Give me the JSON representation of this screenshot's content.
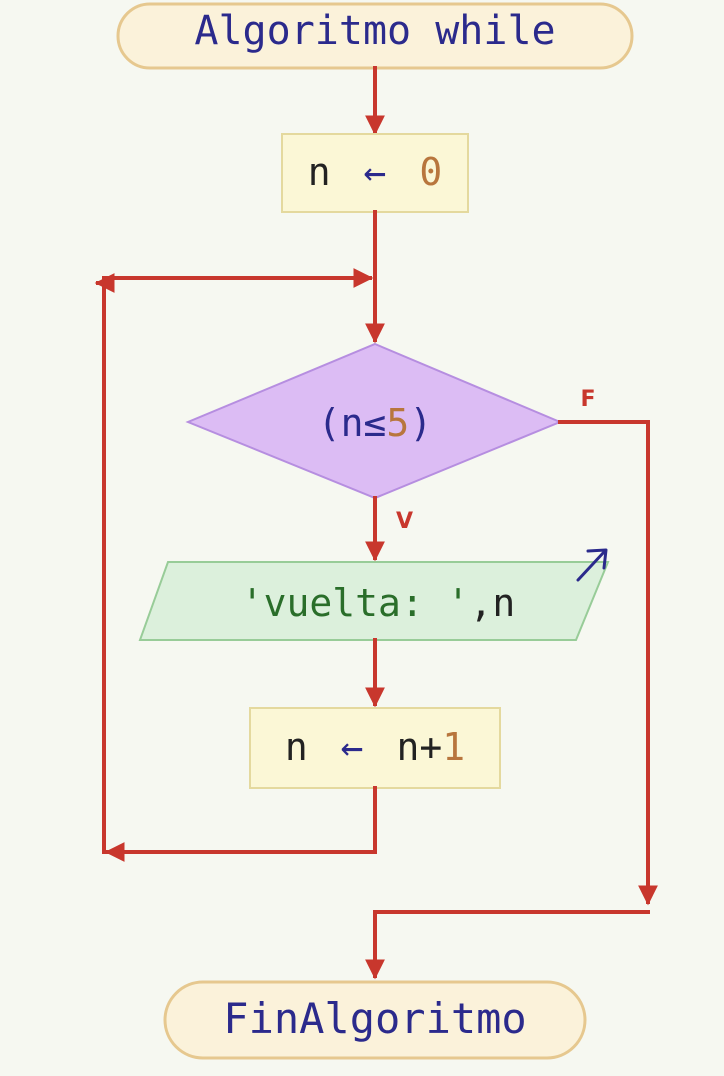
{
  "flowchart": {
    "start": {
      "label": "Algoritmo while"
    },
    "assign_init": {
      "var": "n",
      "op": "←",
      "value": "0"
    },
    "condition": {
      "open": "(n≤",
      "value": "5",
      "close": ")"
    },
    "false_label": "F",
    "true_label": "V",
    "output": {
      "text": "'vuelta: '",
      "sep": ",",
      "var": "n"
    },
    "assign_inc": {
      "var": "n",
      "op": "←",
      "expr": "n+",
      "value": "1"
    },
    "end": {
      "label": "FinAlgoritmo"
    }
  },
  "colors": {
    "arrow": "#c8372d",
    "keyword_text": "#2b2a8c",
    "number_text": "#b8763d",
    "process_fill": "#fbf7d6",
    "decision_fill": "#dcbcf4",
    "output_fill": "#dcf0dc",
    "terminator_fill": "#fbf2da"
  }
}
